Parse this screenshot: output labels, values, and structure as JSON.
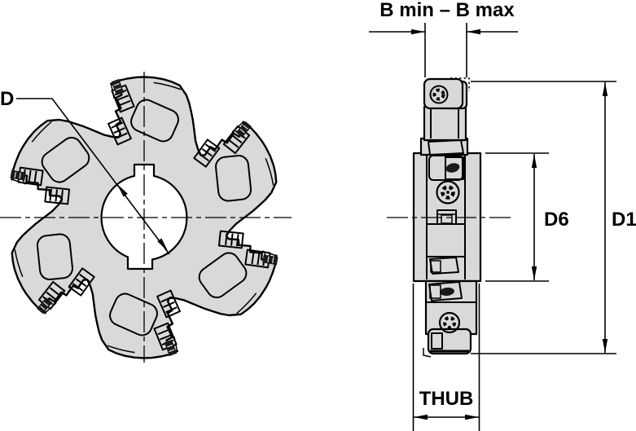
{
  "labels": {
    "width_range": "B min – B max",
    "bore_diameter": "D",
    "hub_diameter": "D6",
    "outer_diameter": "D1",
    "hub_width": "THUB"
  },
  "colors": {
    "background": "#ffffff",
    "body_fill": "#d9d9d9",
    "line": "#000000"
  }
}
